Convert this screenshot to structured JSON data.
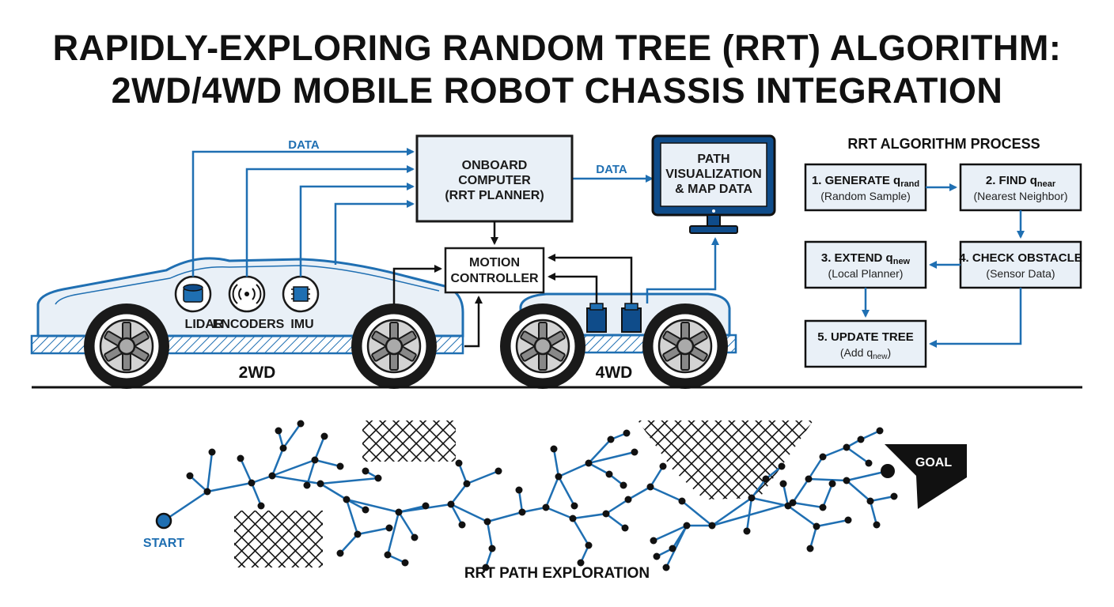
{
  "title": {
    "line1": "RAPIDLY-EXPLORING RANDOM TREE (RRT) ALGORITHM:",
    "line2": "2WD/4WD MOBILE ROBOT CHASSIS INTEGRATION"
  },
  "chassis": {
    "data_label_1": "DATA",
    "data_label_2": "DATA",
    "onboard_computer": [
      "ONBOARD",
      "COMPUTER",
      "(RRT PLANNER)"
    ],
    "path_viz": [
      "PATH",
      "VISUALIZATION",
      "& MAP DATA"
    ],
    "motion_controller": [
      "MOTION",
      "CONTROLLER"
    ],
    "sensors": [
      "LIDAR",
      "ENCODERS",
      "IMU"
    ],
    "label_2wd": "2WD",
    "label_4wd": "4WD"
  },
  "process": {
    "title": "RRT ALGORITHM PROCESS",
    "steps": [
      {
        "main": "1. GENERATE q",
        "sub": "rand",
        "desc": "(Random Sample)"
      },
      {
        "main": "2. FIND q",
        "sub": "near",
        "desc": "(Nearest Neighbor)"
      },
      {
        "main": "3. EXTEND q",
        "sub": "new",
        "desc": "(Local Planner)"
      },
      {
        "main": "4. CHECK OBSTACLE",
        "sub": "",
        "desc": "(Sensor Data)"
      },
      {
        "main": "5. UPDATE TREE",
        "sub": "",
        "desc": "(Add q",
        "desc_sub": "new",
        "desc_end": ")"
      }
    ]
  },
  "exploration": {
    "start": "START",
    "goal": "GOAL",
    "caption": "RRT PATH EXPLORATION"
  },
  "colors": {
    "blue": "#1f6fb2",
    "box_fill": "#e9f0f7",
    "dark": "#111111",
    "navy": "#0f4c8a"
  }
}
